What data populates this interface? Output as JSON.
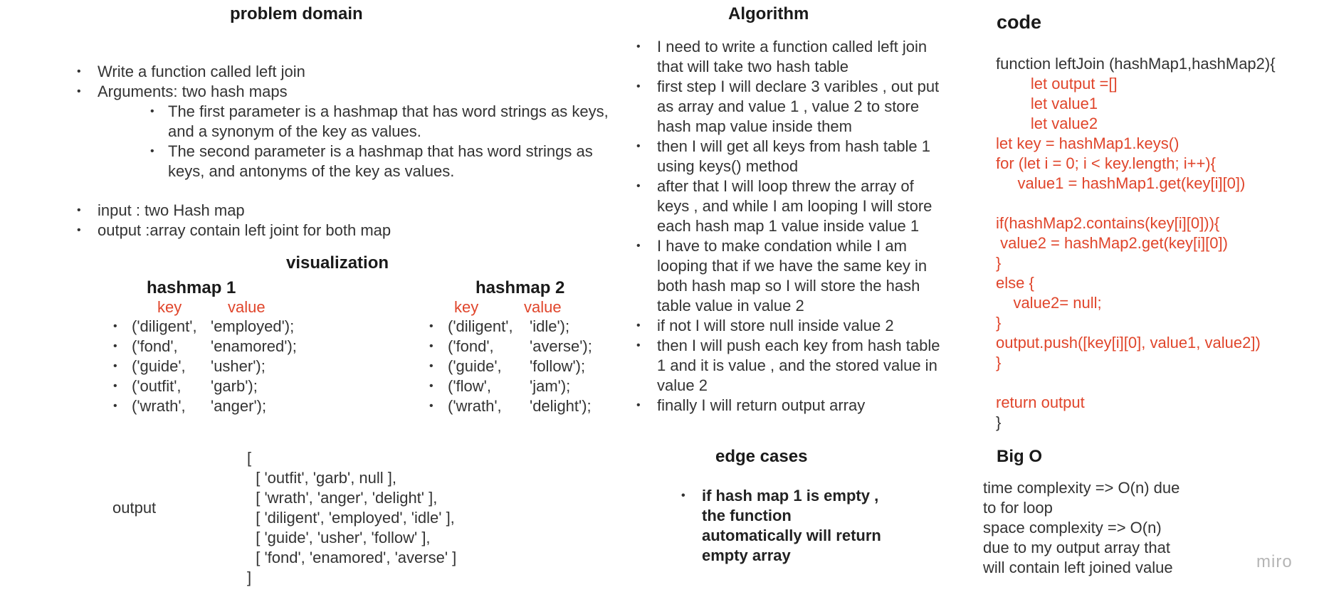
{
  "problem_domain": {
    "title": "problem domain",
    "bullets": [
      "Write a function called left join",
      "Arguments: two hash maps"
    ],
    "sub_bullets": [
      "The first parameter is a hashmap that has word strings as keys,",
      "and a synonym of the key as values.",
      "The second parameter is a hashmap that has word strings as",
      "keys, and antonyms of the key as values."
    ],
    "io_bullets": [
      "input : two Hash map",
      "output :array contain left joint for both map"
    ]
  },
  "visualization": {
    "title": "visualization",
    "hashmap1": {
      "title": "hashmap 1",
      "key_label": "key",
      "value_label": "value",
      "rows": [
        {
          "key": "('diligent',",
          "value": "'employed');"
        },
        {
          "key": "('fond',",
          "value": "'enamored');"
        },
        {
          "key": "('guide',",
          "value": "'usher');"
        },
        {
          "key": "('outfit',",
          "value": "'garb');"
        },
        {
          "key": "('wrath',",
          "value": "'anger');"
        }
      ]
    },
    "hashmap2": {
      "title": "hashmap 2",
      "key_label": "key",
      "value_label": "value",
      "rows": [
        {
          "key": "('diligent',",
          "value": "'idle');"
        },
        {
          "key": "('fond',",
          "value": "'averse');"
        },
        {
          "key": "('guide',",
          "value": "'follow');"
        },
        {
          "key": "('flow',",
          "value": "'jam');"
        },
        {
          "key": "('wrath',",
          "value": "'delight');"
        }
      ]
    },
    "output_label": "output",
    "output_lines": [
      "[",
      "  [ 'outfit', 'garb', null ],",
      "  [ 'wrath', 'anger', 'delight' ],",
      "  [ 'diligent', 'employed', 'idle' ],",
      "  [ 'guide', 'usher', 'follow' ],",
      "  [ 'fond', 'enamored', 'averse' ]",
      "]"
    ]
  },
  "algorithm": {
    "title": "Algorithm",
    "items": [
      [
        "I need to write a function called left join",
        "that will take two hash table"
      ],
      [
        "first step I will declare 3 varibles , out put",
        "as array and value 1 , value 2 to store",
        "hash map value inside them"
      ],
      [
        "then I will get all keys from hash table 1",
        "using keys() method"
      ],
      [
        "after that I will loop threw the array of",
        "keys , and while I am looping I will store",
        "each hash map 1 value inside value 1"
      ],
      [
        "I have to make condation while I am",
        "looping that if we have the same key in",
        "both hash map so I will store the hash",
        "table value in value 2"
      ],
      [
        "if not I will store null inside value 2"
      ],
      [
        "then I will push each key from hash table",
        "1 and it is value , and the stored value in",
        "value 2"
      ],
      [
        "finally I will return output array"
      ]
    ]
  },
  "edge_cases": {
    "title": "edge cases",
    "lines": [
      "if hash map 1 is empty ,",
      "the function",
      "automatically will return",
      "empty array"
    ]
  },
  "code": {
    "title": "code",
    "lines": [
      {
        "text": "function leftJoin (hashMap1,hashMap2){",
        "color": "#333333"
      },
      {
        "text": "        let output =[]",
        "color": "#e0452b"
      },
      {
        "text": "        let value1",
        "color": "#e0452b"
      },
      {
        "text": "        let value2",
        "color": "#e0452b"
      },
      {
        "text": "let key = hashMap1.keys()",
        "color": "#e0452b"
      },
      {
        "text": "for (let i = 0; i < key.length; i++){",
        "color": "#e0452b"
      },
      {
        "text": "     value1 = hashMap1.get(key[i][0])",
        "color": "#e0452b"
      },
      {
        "text": "",
        "color": "#e0452b"
      },
      {
        "text": "if(hashMap2.contains(key[i][0])){",
        "color": "#e0452b"
      },
      {
        "text": " value2 = hashMap2.get(key[i][0])",
        "color": "#e0452b"
      },
      {
        "text": "}",
        "color": "#e0452b"
      },
      {
        "text": "else {",
        "color": "#e0452b"
      },
      {
        "text": "    value2= null;",
        "color": "#e0452b"
      },
      {
        "text": "}",
        "color": "#e0452b"
      },
      {
        "text": "output.push([key[i][0], value1, value2])",
        "color": "#e0452b"
      },
      {
        "text": "}",
        "color": "#e0452b"
      },
      {
        "text": "",
        "color": "#e0452b"
      },
      {
        "text": "return output",
        "color": "#e0452b"
      },
      {
        "text": "}",
        "color": "#333333"
      }
    ]
  },
  "big_o": {
    "title": "Big O",
    "lines": [
      "time complexity => O(n) due",
      "to for loop",
      "space complexity => O(n)",
      "due to my output array that",
      "will contain left joined value"
    ]
  },
  "watermark": "miro"
}
